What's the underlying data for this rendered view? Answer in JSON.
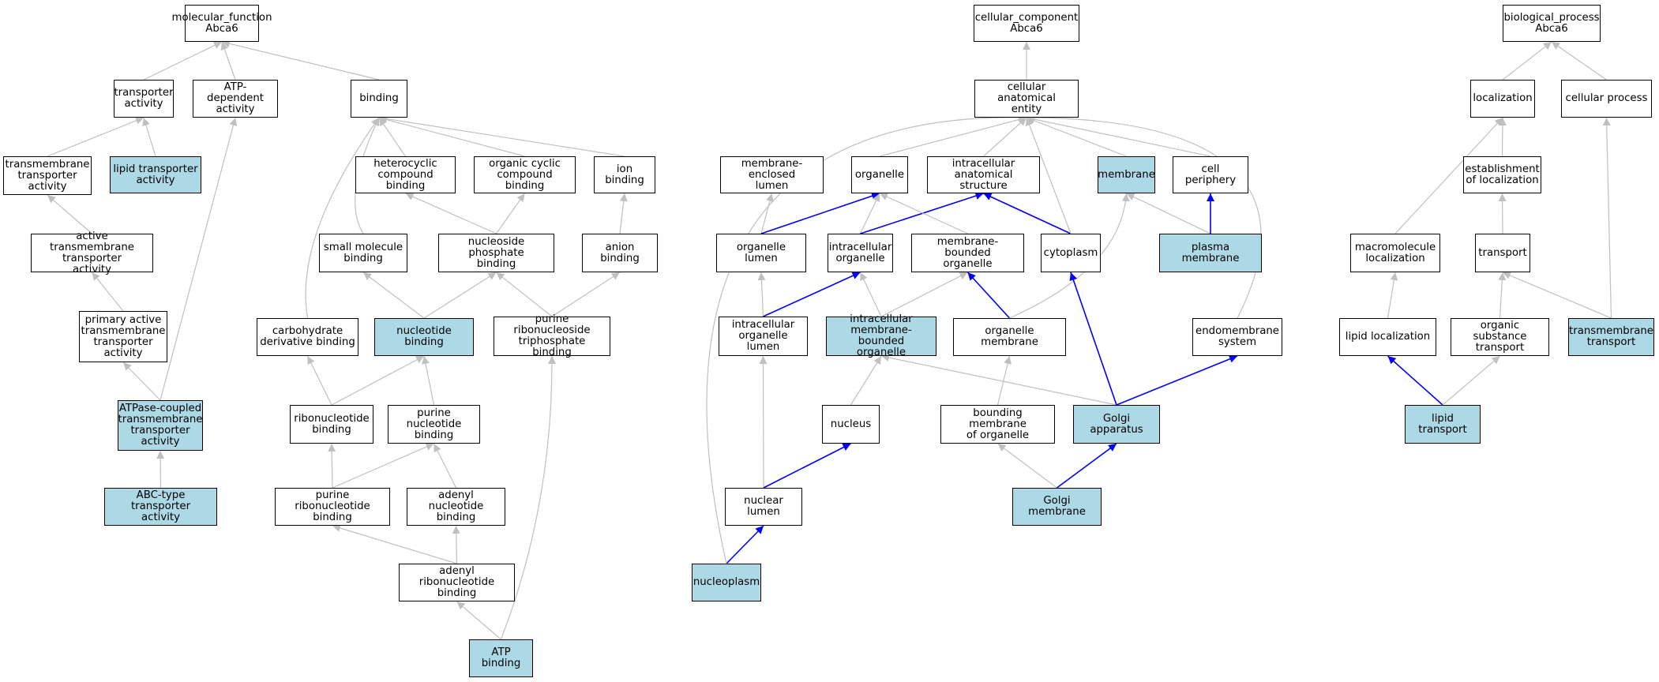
{
  "colors": {
    "highlight_fill": "#add8e6",
    "edge_gray": "#c0c0c0",
    "edge_blue": "#0000ff"
  },
  "nodes": {
    "mf": {
      "label": "molecular_function\nAbca6"
    },
    "transporter_activity": {
      "label": "transporter\nactivity"
    },
    "atp_dependent_activity": {
      "label": "ATP-dependent\nactivity"
    },
    "binding": {
      "label": "binding"
    },
    "transmembrane_transporter_activity": {
      "label": "transmembrane\ntransporter\nactivity"
    },
    "lipid_transporter_activity": {
      "label": "lipid transporter\nactivity"
    },
    "heterocyclic_compound_binding": {
      "label": "heterocyclic\ncompound binding"
    },
    "organic_cyclic_compound_binding": {
      "label": "organic cyclic\ncompound binding"
    },
    "ion_binding": {
      "label": "ion binding"
    },
    "active_transmembrane_transporter_activity": {
      "label": "active transmembrane\ntransporter\nactivity"
    },
    "small_molecule_binding": {
      "label": "small molecule\nbinding"
    },
    "nucleoside_phosphate_binding": {
      "label": "nucleoside phosphate\nbinding"
    },
    "anion_binding": {
      "label": "anion binding"
    },
    "primary_active_transmembrane_transporter_activity": {
      "label": "primary active\ntransmembrane\ntransporter\nactivity"
    },
    "carbohydrate_derivative_binding": {
      "label": "carbohydrate\nderivative binding"
    },
    "nucleotide_binding": {
      "label": "nucleotide binding"
    },
    "purine_ribonucleoside_triphosphate_binding": {
      "label": "purine ribonucleoside\ntriphosphate\nbinding"
    },
    "atpase_coupled": {
      "label": "ATPase-coupled\ntransmembrane\ntransporter\nactivity"
    },
    "ribonucleotide_binding": {
      "label": "ribonucleotide\nbinding"
    },
    "purine_nucleotide_binding": {
      "label": "purine nucleotide\nbinding"
    },
    "abc_type_transporter_activity": {
      "label": "ABC-type transporter\nactivity"
    },
    "purine_ribonucleotide_binding": {
      "label": "purine ribonucleotide\nbinding"
    },
    "adenyl_nucleotide_binding": {
      "label": "adenyl nucleotide\nbinding"
    },
    "adenyl_ribonucleotide_binding": {
      "label": "adenyl ribonucleotide\nbinding"
    },
    "atp_binding": {
      "label": "ATP binding"
    },
    "cc": {
      "label": "cellular_component\nAbca6"
    },
    "cellular_anatomical_entity": {
      "label": "cellular anatomical\nentity"
    },
    "membrane_enclosed_lumen": {
      "label": "membrane-enclosed\nlumen"
    },
    "organelle": {
      "label": "organelle"
    },
    "intracellular_anatomical_structure": {
      "label": "intracellular\nanatomical structure"
    },
    "membrane": {
      "label": "membrane"
    },
    "cell_periphery": {
      "label": "cell periphery"
    },
    "organelle_lumen": {
      "label": "organelle lumen"
    },
    "intracellular_organelle": {
      "label": "intracellular\norganelle"
    },
    "membrane_bounded_organelle": {
      "label": "membrane-bounded\norganelle"
    },
    "cytoplasm": {
      "label": "cytoplasm"
    },
    "plasma_membrane": {
      "label": "plasma membrane"
    },
    "intracellular_organelle_lumen": {
      "label": "intracellular\norganelle lumen"
    },
    "intracellular_membrane_bounded_organelle": {
      "label": "intracellular\nmembrane-bounded\norganelle"
    },
    "organelle_membrane": {
      "label": "organelle membrane"
    },
    "endomembrane_system": {
      "label": "endomembrane\nsystem"
    },
    "nucleus": {
      "label": "nucleus"
    },
    "bounding_membrane_of_organelle": {
      "label": "bounding membrane\nof organelle"
    },
    "golgi_apparatus": {
      "label": "Golgi apparatus"
    },
    "nuclear_lumen": {
      "label": "nuclear lumen"
    },
    "golgi_membrane": {
      "label": "Golgi membrane"
    },
    "nucleoplasm": {
      "label": "nucleoplasm"
    },
    "bp": {
      "label": "biological_process\nAbca6"
    },
    "localization": {
      "label": "localization"
    },
    "cellular_process": {
      "label": "cellular process"
    },
    "establishment_of_localization": {
      "label": "establishment\nof localization"
    },
    "macromolecule_localization": {
      "label": "macromolecule\nlocalization"
    },
    "transport": {
      "label": "transport"
    },
    "lipid_localization": {
      "label": "lipid localization"
    },
    "organic_substance_transport": {
      "label": "organic substance\ntransport"
    },
    "transmembrane_transport": {
      "label": "transmembrane\ntransport"
    },
    "lipid_transport": {
      "label": "lipid transport"
    }
  }
}
